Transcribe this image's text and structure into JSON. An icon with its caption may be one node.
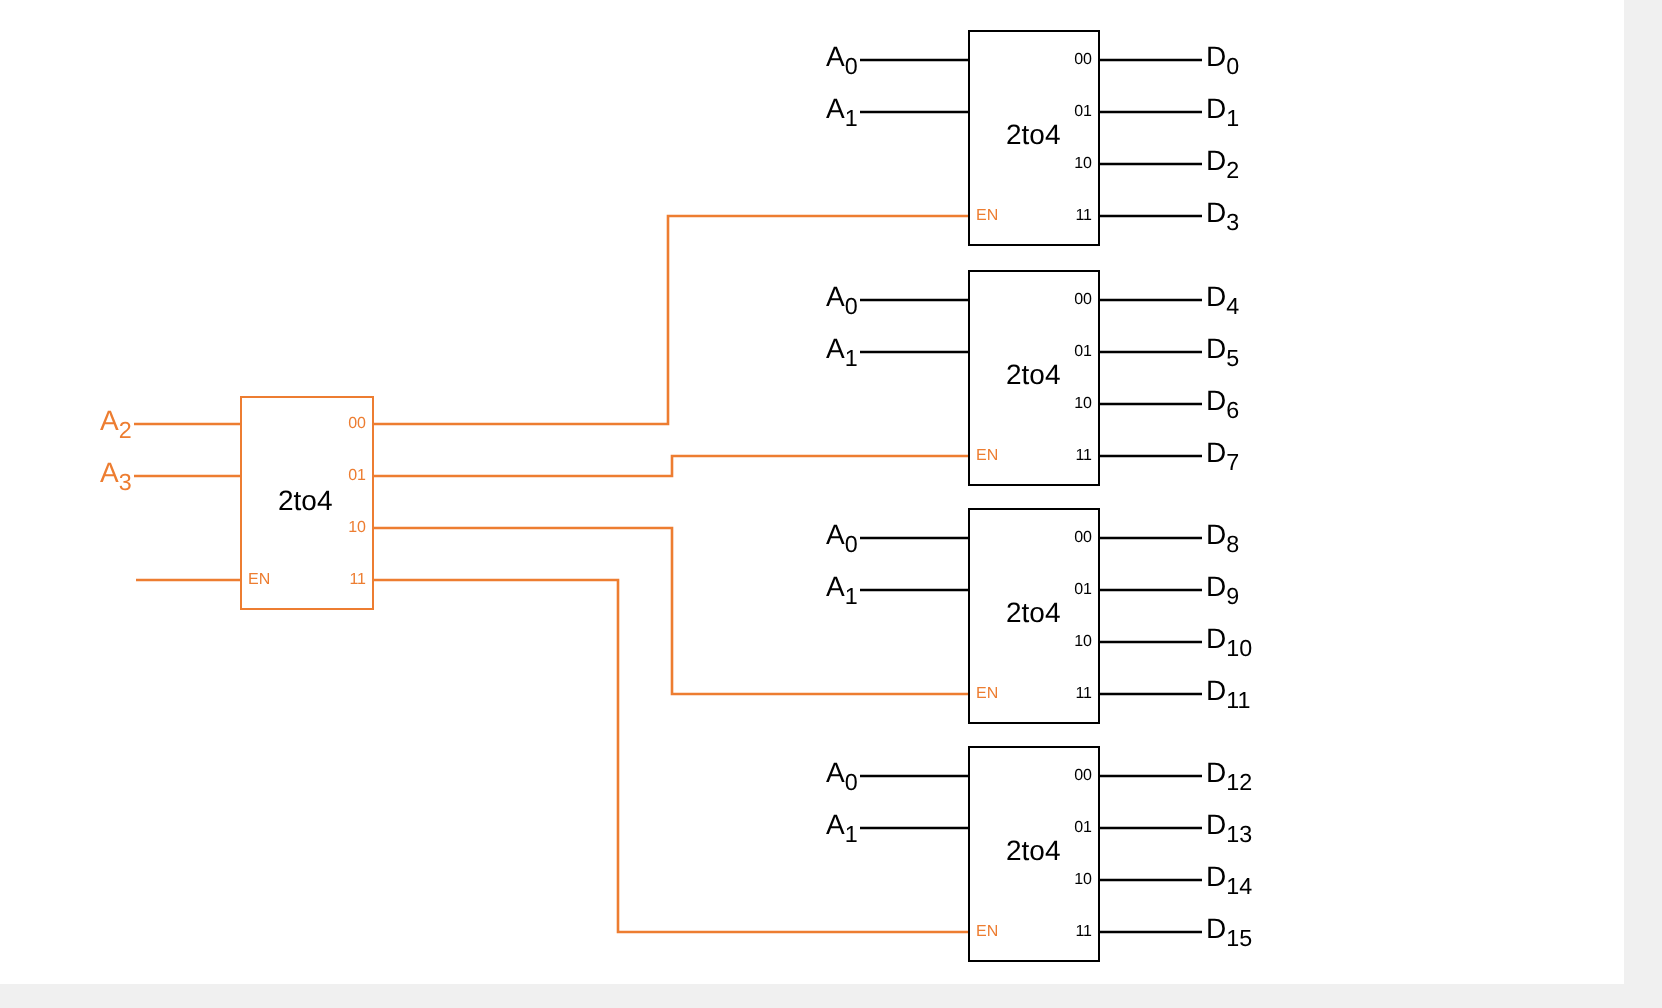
{
  "diagram": {
    "nodes": [
      {
        "text": [
          "2to4",
          "00",
          "01",
          "10",
          "11",
          "EN"
        ]
      },
      {
        "text": [
          "A$_{2}$"
        ]
      },
      {
        "text": [
          "A$_{3}$"
        ]
      },
      {
        "text": [
          "2to4",
          "00",
          "01",
          "10",
          "11",
          "EN"
        ]
      },
      {
        "text": [
          "A$_{0}$"
        ]
      },
      {
        "text": [
          "A$_{1}$"
        ]
      },
      {
        "text": [
          "D$_{0}$"
        ]
      },
      {
        "text": [
          "D$_{1}$"
        ]
      },
      {
        "text": [
          "D$_{2}$"
        ]
      },
      {
        "text": [
          "D$_{3}$"
        ]
      },
      {
        "text": [
          "2to4",
          "00",
          "01",
          "10",
          "11",
          "EN"
        ]
      },
      {
        "text": [
          "A$_{0}$"
        ]
      },
      {
        "text": [
          "A$_{1}$"
        ]
      },
      {
        "text": [
          "D$_{4}$"
        ]
      },
      {
        "text": [
          "D$_{5}$"
        ]
      },
      {
        "text": [
          "D$_{6}$"
        ]
      },
      {
        "text": [
          "D$_{7}$"
        ]
      },
      {
        "text": [
          "2to4",
          "00",
          "01",
          "10",
          "11",
          "EN"
        ]
      },
      {
        "text": [
          "A$_{0}$"
        ]
      },
      {
        "text": [
          "A$_{1}$"
        ]
      },
      {
        "text": [
          "D$_{8}$"
        ]
      },
      {
        "text": [
          "D$_{9}$"
        ]
      },
      {
        "text": [
          "D$_{10}$"
        ]
      },
      {
        "text": [
          "D$_{11}$"
        ]
      },
      {
        "text": [
          "2to4",
          "00",
          "01",
          "10",
          "11",
          "EN"
        ]
      },
      {
        "text": [
          "A$_{0}$"
        ]
      },
      {
        "text": [
          "A$_{1}$"
        ]
      },
      {
        "text": [
          "D$_{12}$"
        ]
      },
      {
        "text": [
          "D$_{13}$"
        ]
      },
      {
        "text": [
          "D$_{14}$"
        ]
      },
      {
        "text": [
          "D$_{15}$"
        ]
      }
    ],
    "edges": [
      {
        "from": 1,
        "to": 0,
        "arrow": "none",
        "color": "#ed7d31"
      },
      {
        "from": 2,
        "to": 0,
        "arrow": "none",
        "color": "#ed7d31"
      },
      {
        "from": null,
        "to": 0,
        "arrow": "none",
        "color": "#ed7d31"
      },
      {
        "from": 0,
        "to": 3,
        "arrow": "none",
        "color": "#ed7d31"
      },
      {
        "from": 0,
        "to": 10,
        "arrow": "none",
        "color": "#ed7d31"
      },
      {
        "from": 0,
        "to": 17,
        "arrow": "none",
        "color": "#ed7d31"
      },
      {
        "from": 0,
        "to": 24,
        "arrow": "none",
        "color": "#ed7d31"
      },
      {
        "from": 4,
        "to": 3,
        "arrow": "none"
      },
      {
        "from": 5,
        "to": 3,
        "arrow": "none"
      },
      {
        "from": 3,
        "to": 6,
        "arrow": "none"
      },
      {
        "from": 3,
        "to": 7,
        "arrow": "none"
      },
      {
        "from": 3,
        "to": 8,
        "arrow": "none"
      },
      {
        "from": 3,
        "to": 9,
        "arrow": "none"
      },
      {
        "from": 11,
        "to": 10,
        "arrow": "none"
      },
      {
        "from": 12,
        "to": 10,
        "arrow": "none"
      },
      {
        "from": 10,
        "to": 13,
        "arrow": "none"
      },
      {
        "from": 10,
        "to": 14,
        "arrow": "none"
      },
      {
        "from": 10,
        "to": 15,
        "arrow": "none"
      },
      {
        "from": 10,
        "to": 16,
        "arrow": "none"
      },
      {
        "from": 18,
        "to": 17,
        "arrow": "none"
      },
      {
        "from": 19,
        "to": 17,
        "arrow": "none"
      },
      {
        "from": 17,
        "to": 20,
        "arrow": "none"
      },
      {
        "from": 17,
        "to": 21,
        "arrow": "none"
      },
      {
        "from": 17,
        "to": 22,
        "arrow": "none"
      },
      {
        "from": 17,
        "to": 23,
        "arrow": "none"
      },
      {
        "from": 25,
        "to": 24,
        "arrow": "none"
      },
      {
        "from": 26,
        "to": 24,
        "arrow": "none"
      },
      {
        "from": 24,
        "to": 27,
        "arrow": "none"
      },
      {
        "from": 24,
        "to": 28,
        "arrow": "none"
      },
      {
        "from": 24,
        "to": 29,
        "arrow": "none"
      },
      {
        "from": 24,
        "to": 30,
        "arrow": "none"
      }
    ]
  }
}
